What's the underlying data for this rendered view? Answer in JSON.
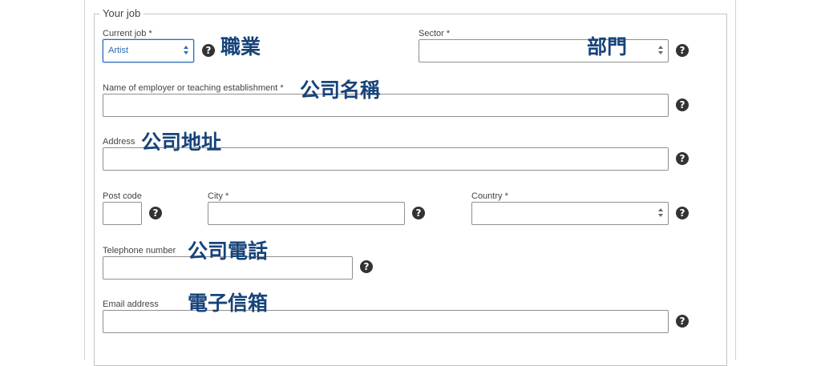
{
  "section": {
    "legend": "Your job"
  },
  "fields": {
    "current_job": {
      "label": "Current job *",
      "value": "Artist",
      "annotation": "職業"
    },
    "sector": {
      "label": "Sector *",
      "value": "",
      "annotation": "部門"
    },
    "employer": {
      "label": "Name of employer or teaching establishment *",
      "value": "",
      "annotation": "公司名稱"
    },
    "address": {
      "label": "Address",
      "value": "",
      "annotation": "公司地址"
    },
    "post_code": {
      "label": "Post code",
      "value": ""
    },
    "city": {
      "label": "City *",
      "value": ""
    },
    "country": {
      "label": "Country *",
      "value": ""
    },
    "telephone": {
      "label": "Telephone number",
      "value": "",
      "annotation": "公司電話"
    },
    "email": {
      "label": "Email address",
      "value": "",
      "annotation": "電子信箱"
    }
  },
  "help_icon": {
    "glyph": "?",
    "icon": "question-circle-icon"
  },
  "colors": {
    "annotation": "#17437a",
    "focus": "#2a6cb4",
    "help_icon": "#333333"
  }
}
